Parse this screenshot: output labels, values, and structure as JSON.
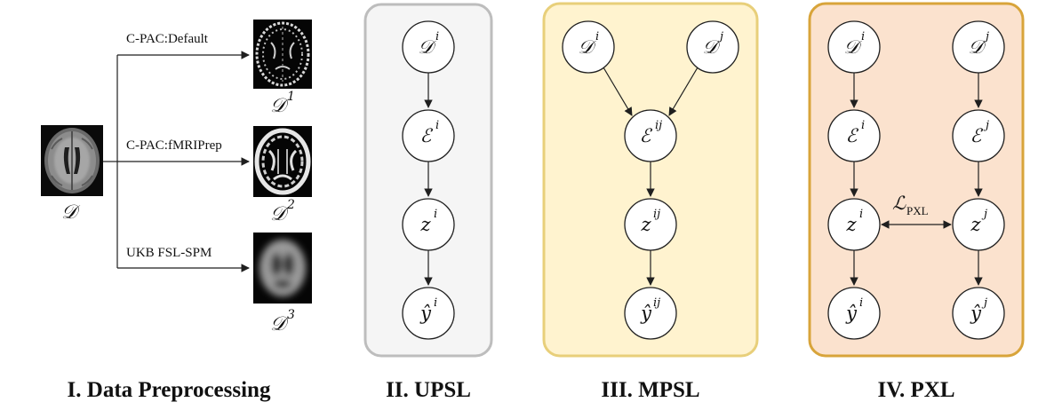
{
  "colors": {
    "upsl_fill": "#f5f5f5",
    "upsl_stroke": "#bdbdbd",
    "mpsl_fill": "#fff3cf",
    "mpsl_stroke": "#e8cf7a",
    "pxl_fill": "#fbe2ce",
    "pxl_stroke": "#d8a43a"
  },
  "preprocessing": {
    "title": "I. Data Preprocessing",
    "input_label": "𝒟",
    "pipelines": [
      {
        "name": "C-PAC:Default",
        "output_label": "𝒟",
        "output_sup": "1"
      },
      {
        "name": "C-PAC:fMRIPrep",
        "output_label": "𝒟",
        "output_sup": "2"
      },
      {
        "name": "UKB FSL-SPM",
        "output_label": "𝒟",
        "output_sup": "3"
      }
    ]
  },
  "upsl": {
    "title": "II. UPSL",
    "nodes": {
      "d": {
        "base": "𝒟",
        "sup": "i"
      },
      "e": {
        "base": "ℰ",
        "sup": "i"
      },
      "z": {
        "base": "z",
        "sup": "i"
      },
      "y": {
        "base": "ŷ",
        "sup": "i"
      }
    }
  },
  "mpsl": {
    "title": "III. MPSL",
    "nodes": {
      "di": {
        "base": "𝒟",
        "sup": "i"
      },
      "dj": {
        "base": "𝒟",
        "sup": "j"
      },
      "e": {
        "base": "ℰ",
        "sup": "ij"
      },
      "z": {
        "base": "z",
        "sup": "ij"
      },
      "y": {
        "base": "ŷ",
        "sup": "ij"
      }
    }
  },
  "pxl": {
    "title": "IV. PXL",
    "loss_label": "ℒ",
    "loss_sub": "PXL",
    "nodes": {
      "di": {
        "base": "𝒟",
        "sup": "i"
      },
      "dj": {
        "base": "𝒟",
        "sup": "j"
      },
      "ei": {
        "base": "ℰ",
        "sup": "i"
      },
      "ej": {
        "base": "ℰ",
        "sup": "j"
      },
      "zi": {
        "base": "z",
        "sup": "i"
      },
      "zj": {
        "base": "z",
        "sup": "j"
      },
      "yi": {
        "base": "ŷ",
        "sup": "i"
      },
      "yj": {
        "base": "ŷ",
        "sup": "j"
      }
    }
  }
}
